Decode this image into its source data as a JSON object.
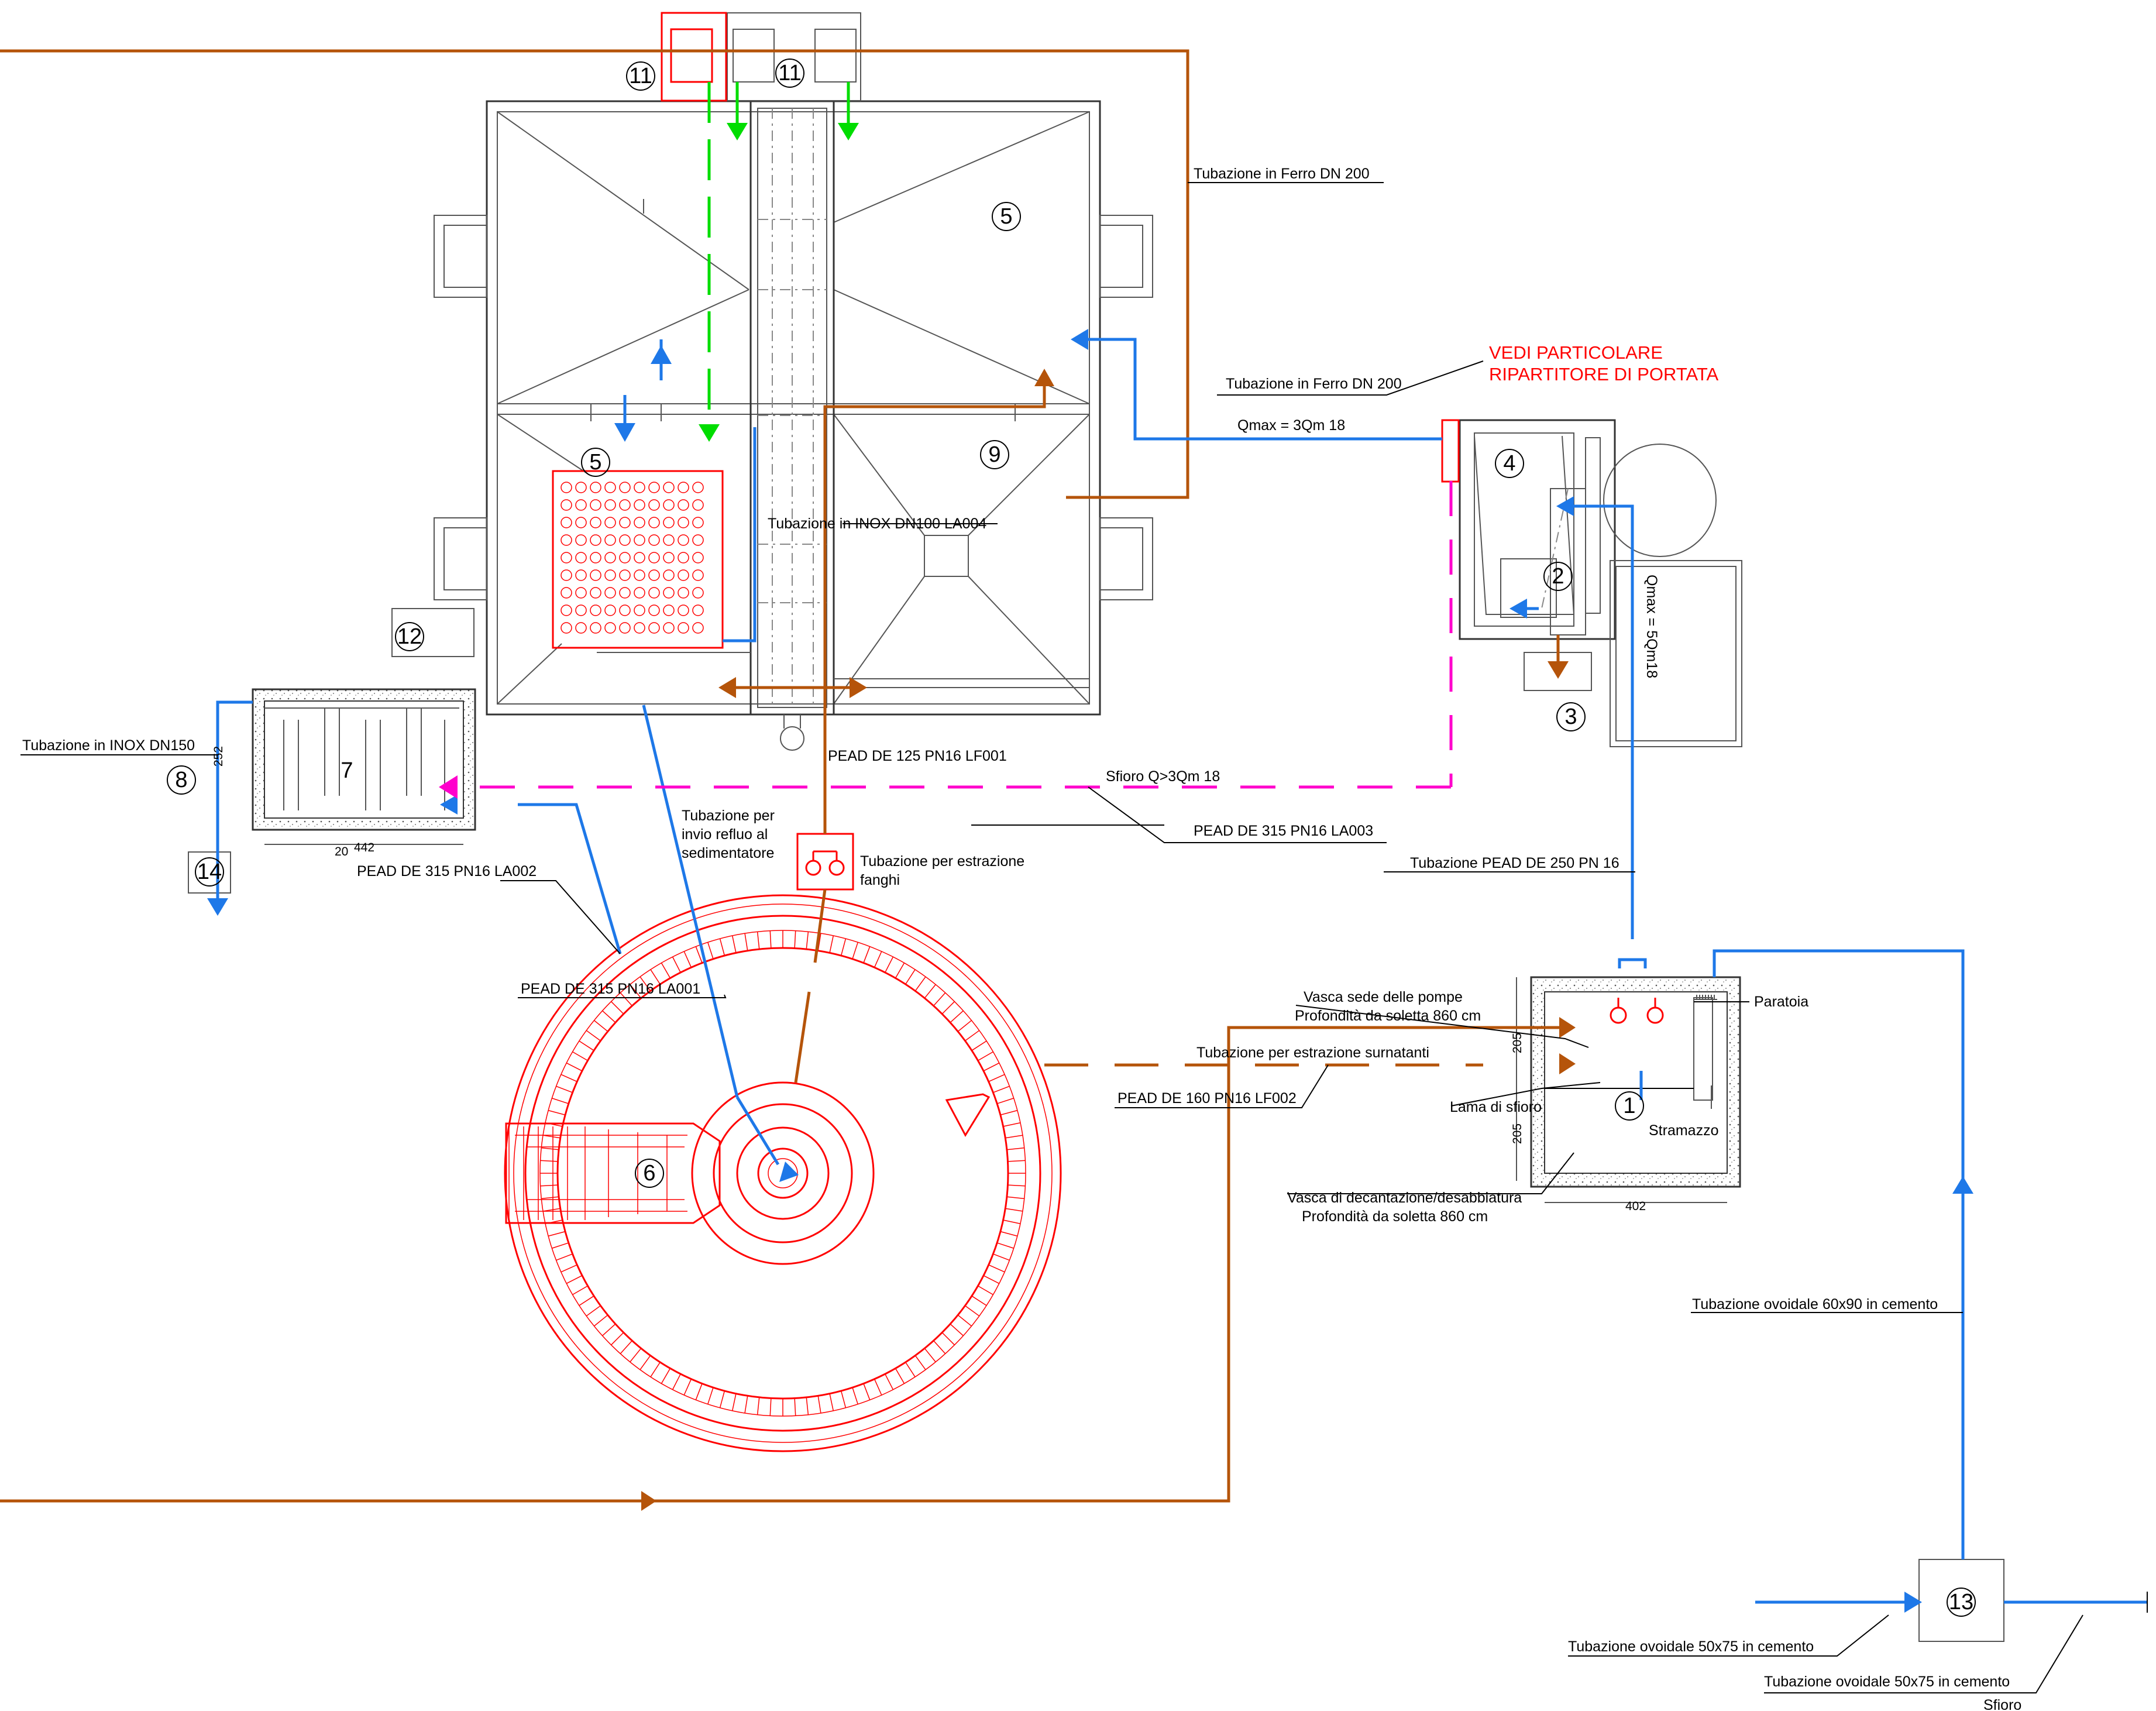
{
  "labels": {
    "ferro_dn200_top": "Tubazione in Ferro DN 200",
    "ferro_dn200_mid": "Tubazione in Ferro DN 200",
    "qmax_3qm": "Qmax = 3Qm 18",
    "vedi_particolare_1": "VEDI PARTICOLARE",
    "vedi_particolare_2": "RIPARTITORE DI PORTATA",
    "inox_dn100": "Tubazione in INOX DN100 LA004",
    "qmax_5qm": "Qmax = 5Qm18",
    "inox_dn150": "Tubazione in INOX DN150",
    "pead_125": "PEAD DE 125 PN16 LF001",
    "sfioro_3qm": "Sfioro Q>3Qm 18",
    "pead_315_la003": "PEAD DE 315 PN16 LA003",
    "invio_refluo_1": "Tubazione per",
    "invio_refluo_2": "invio refluo al",
    "invio_refluo_3": "sedimentatore",
    "estrazione_fanghi_1": "Tubazione per estrazione",
    "estrazione_fanghi_2": "fanghi",
    "pead_315_la002": "PEAD DE 315 PN16 LA002",
    "pead_250": "Tubazione PEAD DE 250 PN 16",
    "pead_315_la001": "PEAD DE 315 PN16 LA001",
    "vasca_pompe_1": "Vasca sede delle pompe",
    "vasca_pompe_2": "Profondità da soletta 860 cm",
    "paratoia": "Paratoia",
    "surnatanti": "Tubazione per estrazione surnatanti",
    "pead_160": "PEAD DE 160 PN16 LF002",
    "lama_sfioro": "Lama di sfioro",
    "stramazzo": "Stramazzo",
    "vasca_decant_1": "Vasca di decantazione/desabbiatura",
    "vasca_decant_2": "Profondità da soletta 860 cm",
    "ovoidale_60x90": "Tubazione ovoidale 60x90 in cemento",
    "ovoidale_50x75_a": "Tubazione ovoidale 50x75 in cemento",
    "ovoidale_50x75_b": "Tubazione ovoidale 50x75 in cemento",
    "sfioro": "Sfioro"
  },
  "dimensions": {
    "d252": "252",
    "d20": "20",
    "d442": "442",
    "d205a": "205",
    "d205b": "205",
    "d402": "402"
  },
  "markers": {
    "m1": "1",
    "m2": "2",
    "m3": "3",
    "m4": "4",
    "m5a": "5",
    "m5b": "5",
    "m6": "6",
    "m7": "7",
    "m8": "8",
    "m9": "9",
    "m11a": "11",
    "m11b": "11",
    "m12": "12",
    "m13": "13",
    "m14": "14"
  },
  "colors": {
    "water_line": "#1e78e8",
    "sludge_line": "#b5540a",
    "overflow_line": "#ff00cc",
    "air_line": "#00dd00",
    "equipment": "#ff0000"
  }
}
